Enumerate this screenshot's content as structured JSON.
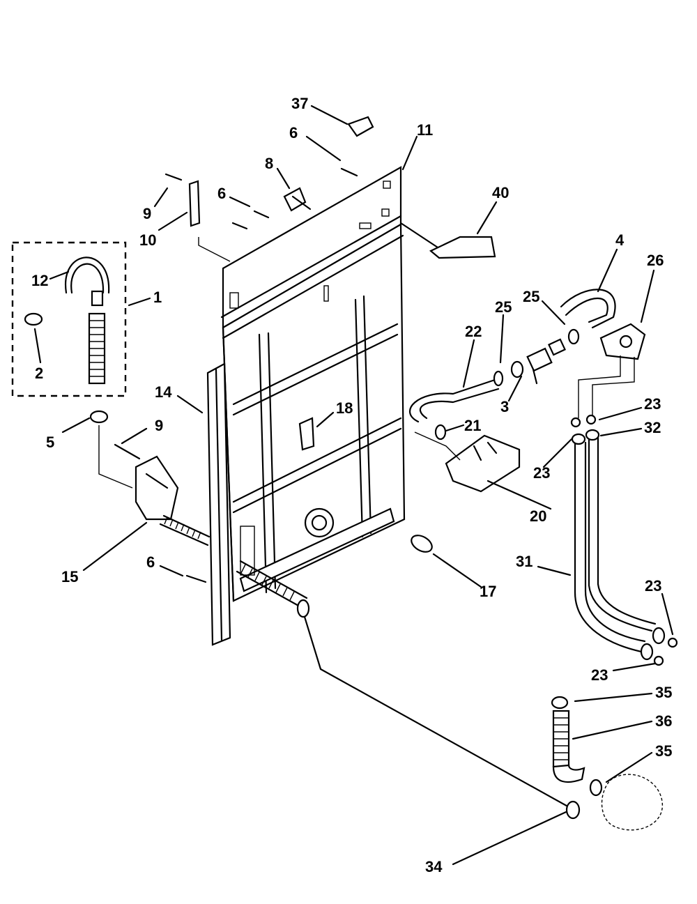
{
  "callouts": {
    "n37": "37",
    "n6a": "6",
    "n11": "11",
    "n8": "8",
    "n6b": "6",
    "n9a": "9",
    "n40": "40",
    "n10": "10",
    "n4": "4",
    "n26": "26",
    "n12": "12",
    "n1": "1",
    "n25a": "25",
    "n25b": "25",
    "n22": "22",
    "n2": "2",
    "n3": "3",
    "n14": "14",
    "n23a": "23",
    "n18": "18",
    "n32": "32",
    "n5": "5",
    "n9b": "9",
    "n21": "21",
    "n23b": "23",
    "n20": "20",
    "n31": "31",
    "n15": "15",
    "n17": "17",
    "n6c": "6",
    "n23c": "23",
    "n23d": "23",
    "n35a": "35",
    "n36": "36",
    "n35b": "35",
    "n34": "34"
  }
}
